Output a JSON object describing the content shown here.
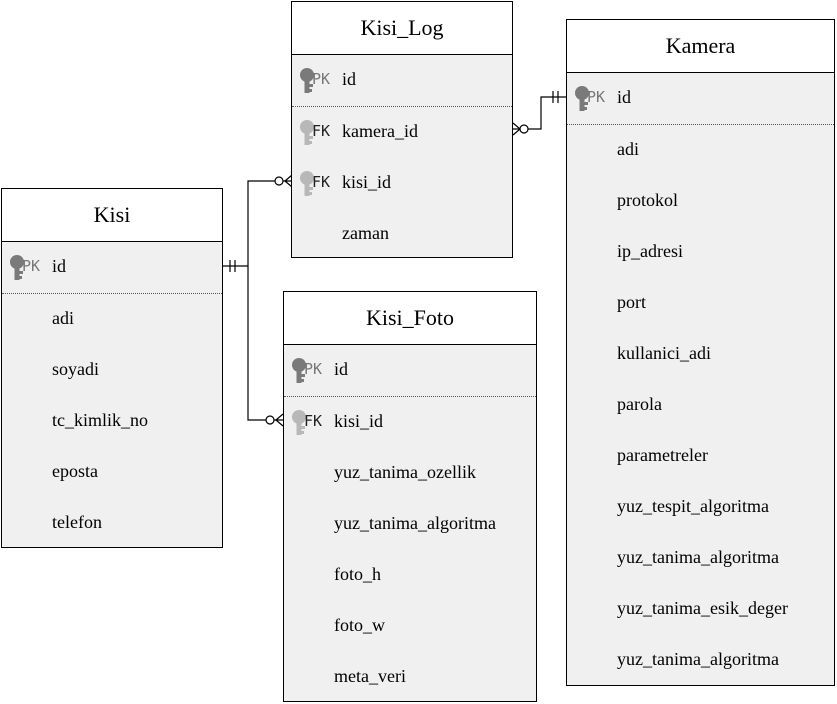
{
  "entities": {
    "kisi_log": {
      "title": "Kisi_Log",
      "pk": [
        {
          "key": "PK",
          "name": "id"
        }
      ],
      "rows": [
        {
          "key": "FK",
          "name": "kamera_id"
        },
        {
          "key": "FK",
          "name": "kisi_id"
        },
        {
          "key": "",
          "name": "zaman"
        }
      ]
    },
    "kamera": {
      "title": "Kamera",
      "pk": [
        {
          "key": "PK",
          "name": "id"
        }
      ],
      "rows": [
        {
          "key": "",
          "name": "adi"
        },
        {
          "key": "",
          "name": "protokol"
        },
        {
          "key": "",
          "name": "ip_adresi"
        },
        {
          "key": "",
          "name": "port"
        },
        {
          "key": "",
          "name": "kullanici_adi"
        },
        {
          "key": "",
          "name": "parola"
        },
        {
          "key": "",
          "name": "parametreler"
        },
        {
          "key": "",
          "name": "yuz_tespit_algoritma"
        },
        {
          "key": "",
          "name": "yuz_tanima_algoritma"
        },
        {
          "key": "",
          "name": "yuz_tanima_esik_deger"
        },
        {
          "key": "",
          "name": "yuz_tanima_algoritma"
        }
      ]
    },
    "kisi": {
      "title": "Kisi",
      "pk": [
        {
          "key": "PK",
          "name": "id"
        }
      ],
      "rows": [
        {
          "key": "",
          "name": "adi"
        },
        {
          "key": "",
          "name": "soyadi"
        },
        {
          "key": "",
          "name": "tc_kimlik_no"
        },
        {
          "key": "",
          "name": "eposta"
        },
        {
          "key": "",
          "name": "telefon"
        }
      ]
    },
    "kisi_foto": {
      "title": "Kisi_Foto",
      "pk": [
        {
          "key": "PK",
          "name": "id"
        }
      ],
      "rows": [
        {
          "key": "FK",
          "name": "kisi_id"
        },
        {
          "key": "",
          "name": "yuz_tanima_ozellik"
        },
        {
          "key": "",
          "name": "yuz_tanima_algoritma"
        },
        {
          "key": "",
          "name": "foto_h"
        },
        {
          "key": "",
          "name": "foto_w"
        },
        {
          "key": "",
          "name": "meta_veri"
        }
      ]
    }
  },
  "relationships": [
    {
      "from": "kisi_log.kamera_id",
      "to": "kamera.id",
      "from_end": "zero-or-many",
      "to_end": "one-and-only-one"
    },
    {
      "from": "kisi_log.kisi_id",
      "to": "kisi.id",
      "from_end": "zero-or-many",
      "to_end": "one-and-only-one"
    },
    {
      "from": "kisi_foto.kisi_id",
      "to": "kisi.id",
      "from_end": "zero-or-many",
      "to_end": "one-and-only-one"
    }
  ],
  "icons": {
    "pk": "key-icon",
    "fk": "key-icon"
  },
  "colors": {
    "pk_key": "#7a7a7a",
    "fk_key": "#b8b8b8",
    "header_bg": "#ffffff",
    "body_bg": "#f0f0f0",
    "line": "#000000"
  }
}
